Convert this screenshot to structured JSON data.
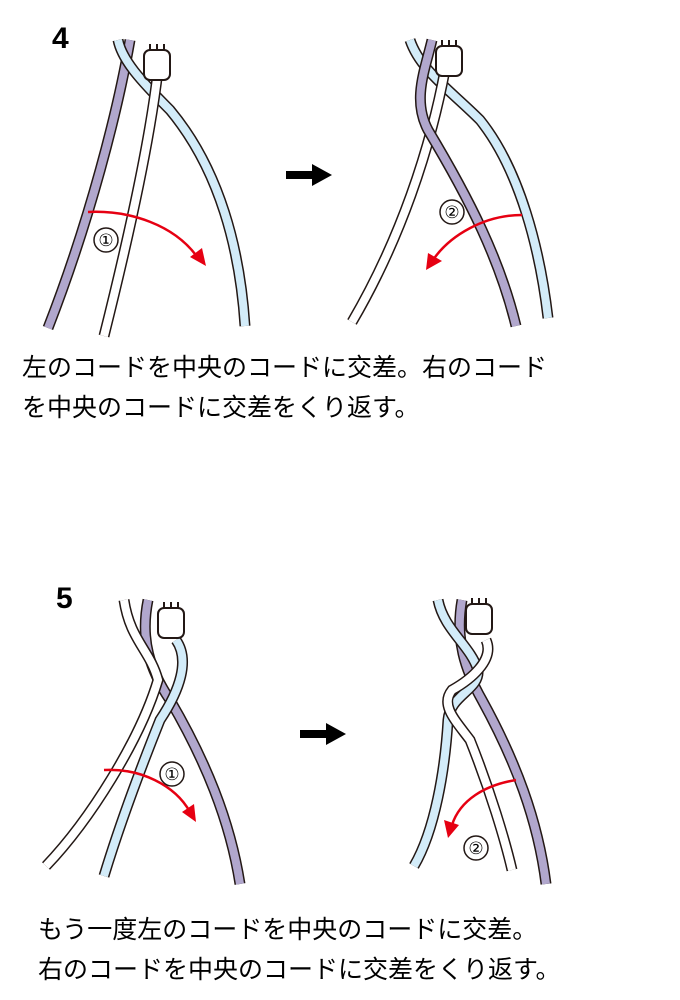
{
  "colors": {
    "purple": "#b1a7cd",
    "light_blue": "#d3ecf9",
    "white": "#ffffff",
    "outline": "#231815",
    "arrow_red": "#e60012"
  },
  "steps": [
    {
      "number": "4",
      "marker_a": "①",
      "marker_b": "②",
      "caption_line1": "左のコードを中央のコードに交差。右のコード",
      "caption_line2": "を中央のコードに交差をくり返す。"
    },
    {
      "number": "5",
      "marker_a": "①",
      "marker_b": "②",
      "caption_line1": "もう一度左のコードを中央のコードに交差。",
      "caption_line2": "右のコードを中央のコードに交差をくり返す。"
    }
  ]
}
